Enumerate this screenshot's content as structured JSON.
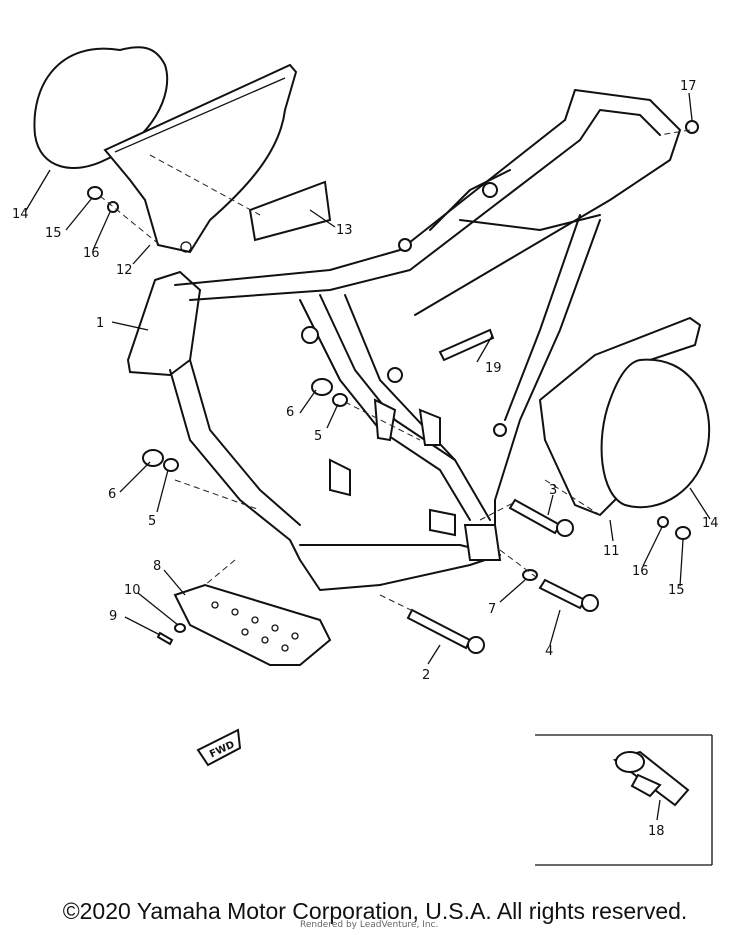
{
  "callouts": {
    "c1": "1",
    "c2": "2",
    "c3": "3",
    "c4": "4",
    "c5a": "5",
    "c5b": "5",
    "c6a": "6",
    "c6b": "6",
    "c7": "7",
    "c8": "8",
    "c9": "9",
    "c10": "10",
    "c11": "11",
    "c12": "12",
    "c13": "13",
    "c14a": "14",
    "c14b": "14",
    "c15a": "15",
    "c15b": "15",
    "c16a": "16",
    "c16b": "16",
    "c17": "17",
    "c18": "18",
    "c19": "19"
  },
  "fwd_label": "FWD",
  "footer": {
    "copyright": "©2020 Yamaha Motor Corporation, U.S.A. All rights reserved.",
    "render_credit": "Rendered by LeadVenture, Inc."
  }
}
